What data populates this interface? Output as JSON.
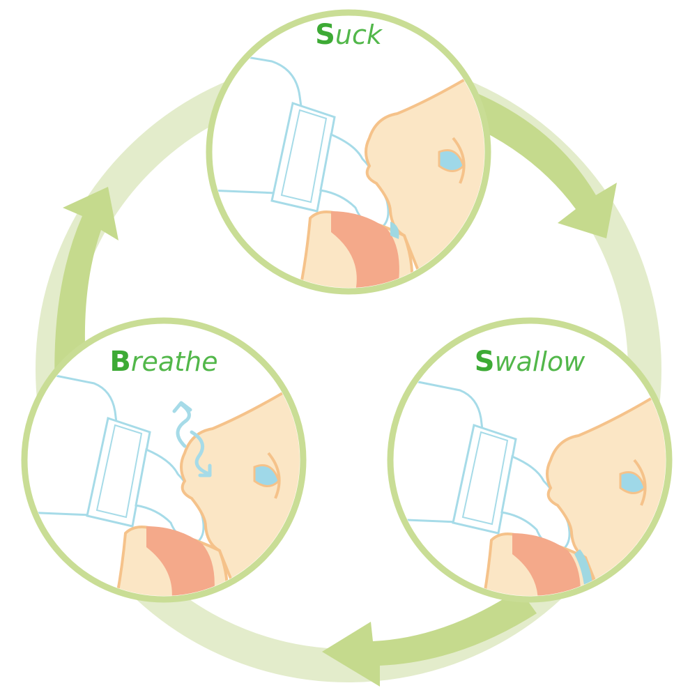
{
  "steps": {
    "suck": {
      "first": "S",
      "rest": "uck"
    },
    "swallow": {
      "first": "S",
      "rest": "wallow"
    },
    "breathe": {
      "first": "B",
      "rest": "reathe"
    }
  },
  "colors": {
    "ring_light": "#e3eccb",
    "arrow_green": "#c5da8d",
    "circle_border": "#c9dd95",
    "label_first": "#3daa35",
    "label_rest": "#52b74a",
    "skin": "#fbe6c5",
    "skin_outline": "#f5c28a",
    "tongue": "#f4a98a",
    "bottle_outline": "#a6dbe8",
    "milk": "#9fd8e2",
    "eye": "#9fd8e8"
  },
  "icons": {
    "suck": "baby-feeding-bottle-illustration",
    "swallow": "baby-swallowing-illustration",
    "breathe": "baby-breathing-illustration",
    "breath_arrows": "breath-arrows-icon"
  }
}
